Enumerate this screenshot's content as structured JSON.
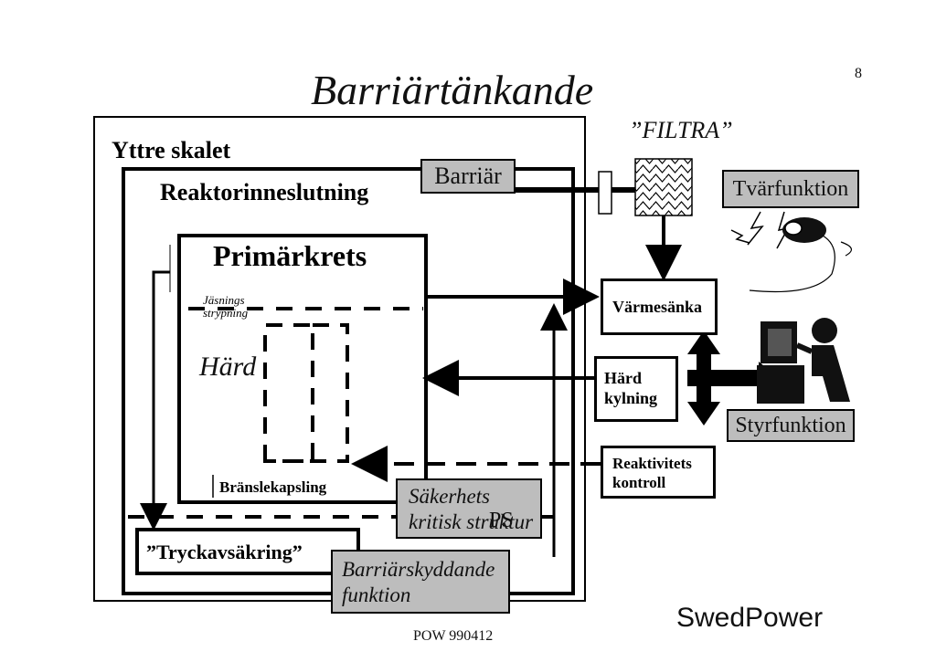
{
  "page": {
    "title": "Barriärtänkande",
    "page_number": "8",
    "footer": "POW 990412",
    "logo_text": "SwedPower"
  },
  "labels": {
    "outer_shell": "Yttre skalet",
    "containment": "Reaktorinneslutning",
    "barrier": "Barriär",
    "primary_circuit": "Primärkrets",
    "ionization_line1": "Jäsnings",
    "ionization_line2": "strypning",
    "core": "Härd",
    "fuel_cladding": "Bränslekapsling",
    "pressure_relief": "”Tryckavsäkring”",
    "safety_critical_line1": "Säkerhets",
    "safety_critical_line2": "kritisk struktur",
    "ps": "PS",
    "barrier_protecting_line1": "Barriärskyddande",
    "barrier_protecting_line2": "funktion",
    "filter": "”FILTRA”",
    "cross_function": "Tvärfunktion",
    "heat_sink": "Värmesänka",
    "core_cooling_line1": "Härd",
    "core_cooling_line2": "kylning",
    "reactivity_line1": "Reaktivitets",
    "reactivity_line2": "kontroll",
    "control_function": "Styrfunktion"
  }
}
